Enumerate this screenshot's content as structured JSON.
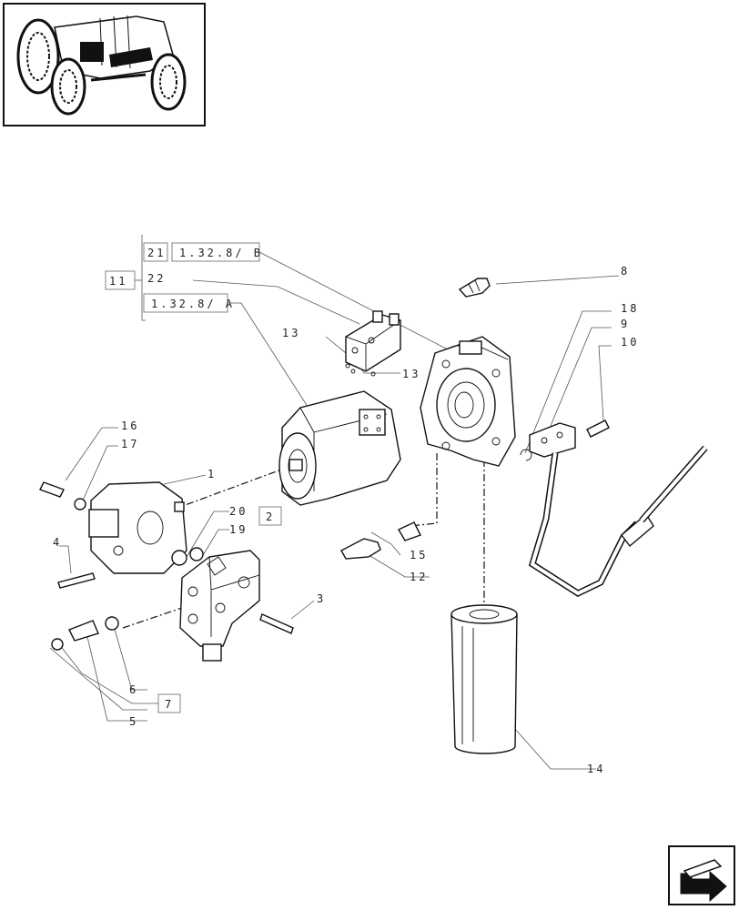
{
  "part_labels": {
    "p1": "1",
    "p2": "2",
    "p3": "3",
    "p4": "4",
    "p5": "5",
    "p6": "6",
    "p7": "7",
    "p8": "8",
    "p9": "9",
    "p10": "10",
    "p11": "11",
    "p12": "12",
    "p13a": "13",
    "p13b": "13",
    "p14": "14",
    "p15": "15",
    "p16": "16",
    "p17": "17",
    "p18": "18",
    "p19": "19",
    "p20": "20",
    "p21": "21",
    "p22": "22"
  },
  "references": {
    "ref_b": "1.32.8/ B",
    "ref_a": "1.32.8/ A"
  },
  "icons": {
    "thumbnail": "tractor-thumbnail-icon",
    "nav": "next-page-arrow-icon"
  }
}
